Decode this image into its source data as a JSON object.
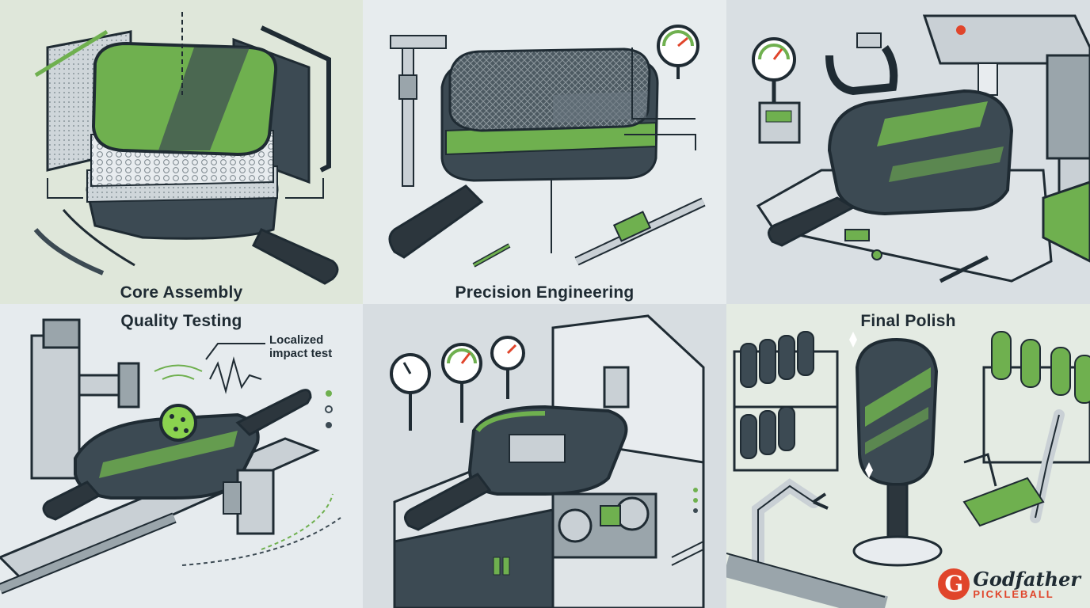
{
  "panels": {
    "core_assembly": {
      "caption": "Core Assembly"
    },
    "precision_engineering": {
      "caption": "Precision Engineering"
    },
    "quality_testing": {
      "caption": "Quality Testing",
      "callout_line1": "Localized",
      "callout_line2": "impact test"
    },
    "final_polish": {
      "caption": "Final Polish"
    }
  },
  "logo": {
    "name": "Godfather",
    "sub": "PICKLEBALL",
    "mark": "G"
  },
  "colors": {
    "accent_green": "#6fb04f",
    "dark_slate": "#3c4a53",
    "outline": "#1f2b33",
    "metal": "#c9d0d5",
    "brand_orange": "#e0452b"
  }
}
